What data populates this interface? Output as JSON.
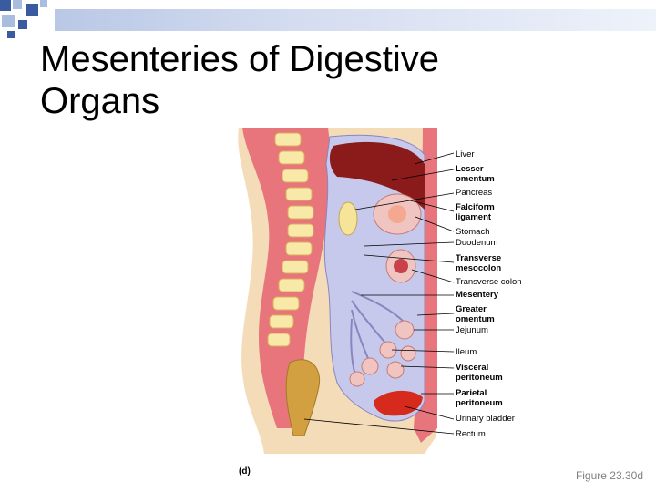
{
  "slide": {
    "title_line1": "Mesenteries of Digestive",
    "title_line2": "Organs",
    "caption": "Figure 23.30d"
  },
  "figure": {
    "panel_label": "(d)",
    "labels": [
      {
        "text": "Liver",
        "bold": false
      },
      {
        "text": "Lesser",
        "bold": true
      },
      {
        "text": "omentum",
        "bold": true
      },
      {
        "text": "Pancreas",
        "bold": false
      },
      {
        "text": "Falciform",
        "bold": true
      },
      {
        "text": "ligament",
        "bold": true
      },
      {
        "text": "Stomach",
        "bold": false
      },
      {
        "text": "Duodenum",
        "bold": false
      },
      {
        "text": "Transverse",
        "bold": true
      },
      {
        "text": "mesocolon",
        "bold": true
      },
      {
        "text": "Transverse colon",
        "bold": false
      },
      {
        "text": "Mesentery",
        "bold": true
      },
      {
        "text": "Greater",
        "bold": true
      },
      {
        "text": "omentum",
        "bold": true
      },
      {
        "text": "Jejunum",
        "bold": false
      },
      {
        "text": "Ileum",
        "bold": false
      },
      {
        "text": "Visceral",
        "bold": true
      },
      {
        "text": "peritoneum",
        "bold": true
      },
      {
        "text": "Parietal",
        "bold": true
      },
      {
        "text": "peritoneum",
        "bold": true
      },
      {
        "text": "Urinary bladder",
        "bold": false
      },
      {
        "text": "Rectum",
        "bold": false
      }
    ]
  },
  "colors": {
    "header_bar": "#b9c8e6",
    "square_dark": "#3a5ba0",
    "square_light": "#a9bde0",
    "skin": "#f5dcb8",
    "muscle": "#e8747c",
    "vertebra": "#f9e9a8",
    "cavity": "#c6c9ec",
    "liver": "#8b1a1a",
    "bladder": "#d62a1c",
    "rectum": "#d2a040",
    "organ": "#f0c4c0",
    "caption": "#808080"
  }
}
